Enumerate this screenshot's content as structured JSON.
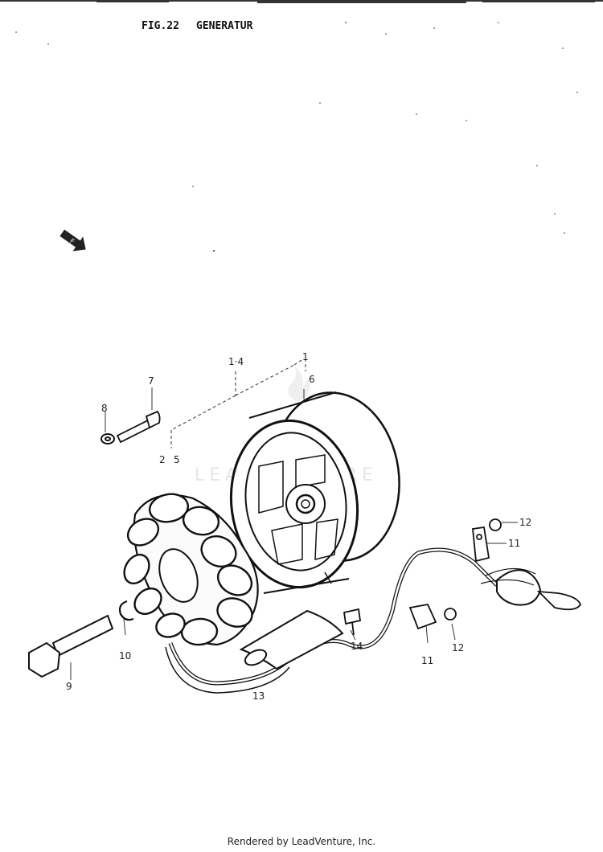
{
  "figure": {
    "number": "FIG.22",
    "title": "GENERATUR"
  },
  "watermark": "LEADVENTURE",
  "callouts": [
    "1·4",
    "1",
    "6",
    "2",
    "5",
    "7",
    "8",
    "9",
    "10",
    "11",
    "12",
    "11",
    "12",
    "13",
    "14"
  ],
  "footer": "Rendered by LeadVenture, Inc."
}
